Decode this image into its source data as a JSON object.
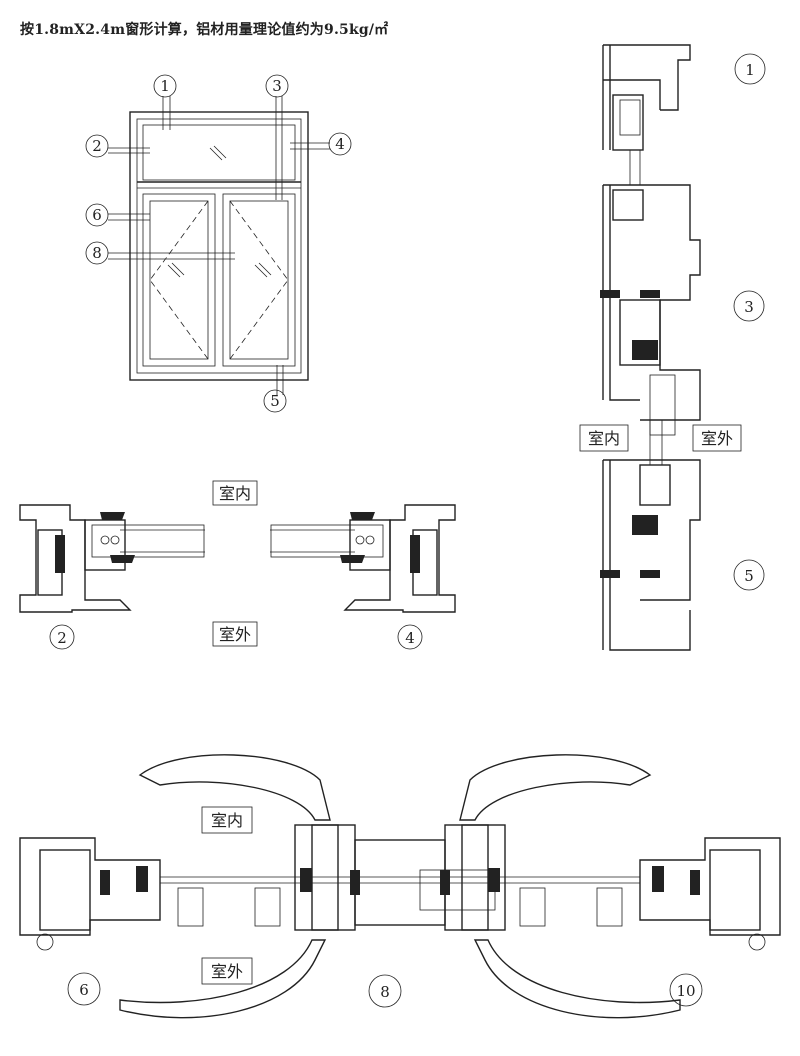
{
  "title": "按1.8mX2.4m窗形计算，铝材用量理论值约为9.5kg/㎡",
  "elevation_callouts": [
    "1",
    "2",
    "3",
    "4",
    "5",
    "6",
    "8"
  ],
  "section_labels": {
    "s1": "1",
    "s2": "2",
    "s3": "3",
    "s4": "4",
    "s5": "5",
    "s6": "6",
    "s8": "8",
    "s10": "10"
  },
  "room": {
    "indoor": "室内",
    "outdoor": "室外"
  }
}
